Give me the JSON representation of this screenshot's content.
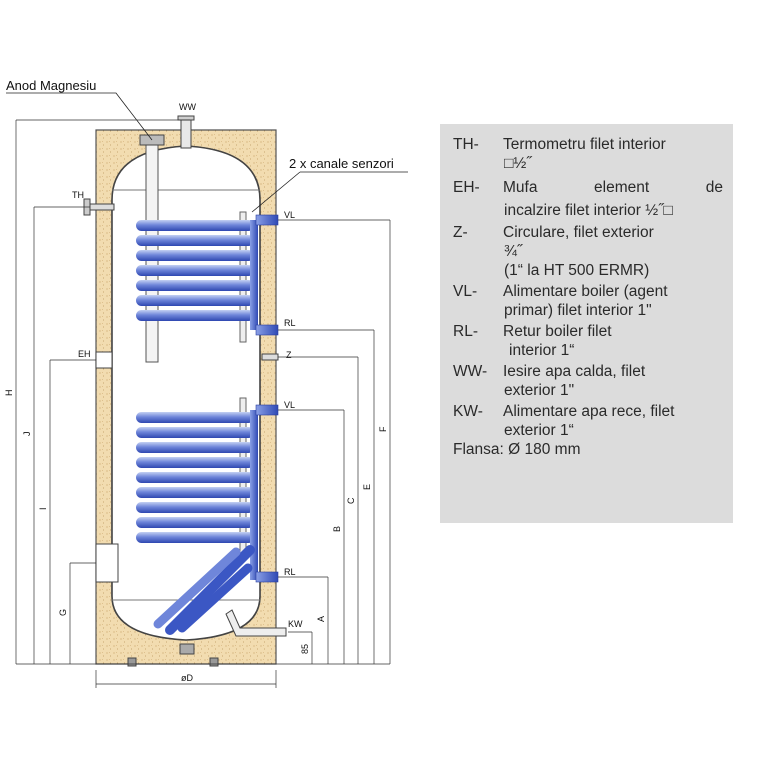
{
  "diagram": {
    "labels": {
      "anod": "Anod Magnesiu",
      "senzori": "2 x canale senzori",
      "ww": "WW",
      "th": "TH",
      "eh": "EH",
      "z": "Z",
      "vl_top": "VL",
      "rl_top": "RL",
      "vl_bottom": "VL",
      "rl_bottom": "RL",
      "kw": "KW"
    },
    "dimensions": {
      "h": "H",
      "j": "J",
      "i": "I",
      "g": "G",
      "f": "F",
      "e": "E",
      "c": "C",
      "b": "B",
      "a": "A",
      "d85": "85",
      "od": "øD"
    }
  },
  "legend": {
    "th_code": "TH-",
    "th_line1": "Termometru filet interior",
    "th_line2": "□½˝",
    "eh_code": "EH-",
    "eh_line1": "Mufa element de",
    "eh_line2": "incalzire filet interior ½˝□",
    "z_code": "Z-",
    "z_line1": "Circulare, filet exterior",
    "z_line2": "¾˝",
    "z_line3": "(1“ la HT 500 ERMR)",
    "vl_code": "VL-",
    "vl_line1": "Alimentare boiler (agent",
    "vl_line2": "primar) filet interior 1\"",
    "rl_code": "RL-",
    "rl_line1": "Retur boiler filet",
    "rl_line2": "interior 1“",
    "ww_code": "WW-",
    "ww_line1": "Iesire apa calda, filet",
    "ww_line2": "exterior 1\"",
    "kw_code": "KW-",
    "kw_line1": "Alimentare apa rece, filet",
    "kw_line2": "exterior 1“",
    "flansa": "Flansa: Ø 180 mm"
  },
  "colors": {
    "insulation": "#f2dcb0",
    "tank": "#ffffff",
    "coil_light": "#9fb4ea",
    "coil_dark": "#3b57c4",
    "legend_bg": "#dcdcdc"
  }
}
